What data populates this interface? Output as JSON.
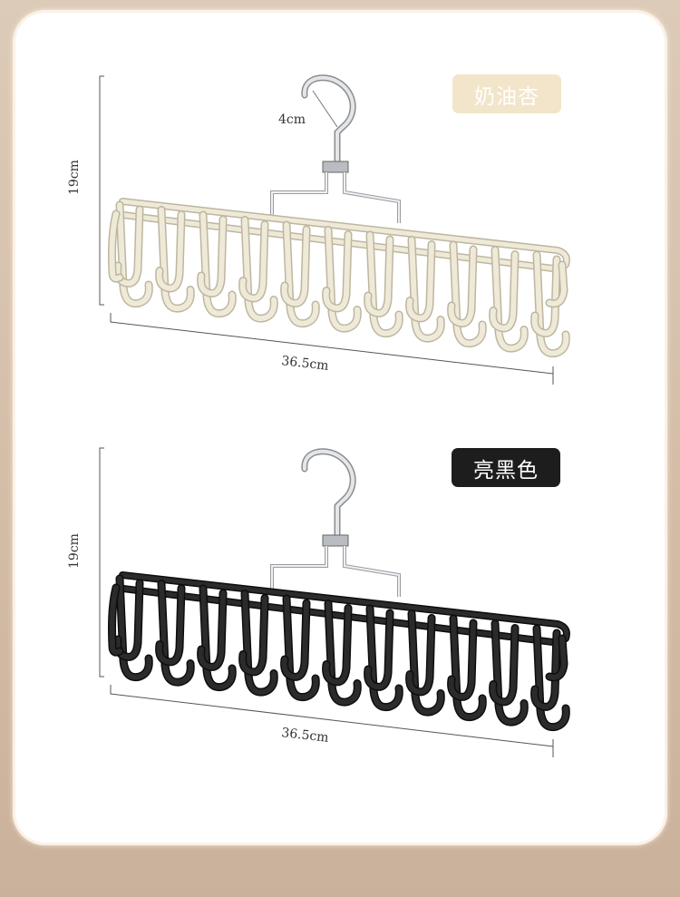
{
  "products": [
    {
      "color_label": "奶油杏",
      "height": "19cm",
      "width": "36.5cm",
      "hook_size": "4cm",
      "hanger_color": "#efe9d8",
      "outline": "#bdb6a0"
    },
    {
      "color_label": "亮黑色",
      "height": "19cm",
      "width": "36.5cm",
      "hanger_color": "#2b2b2b",
      "outline": "#0d0d0d"
    }
  ],
  "colors": {
    "accent_cream": "#f2e5ca",
    "accent_black": "#1d1d1d"
  }
}
